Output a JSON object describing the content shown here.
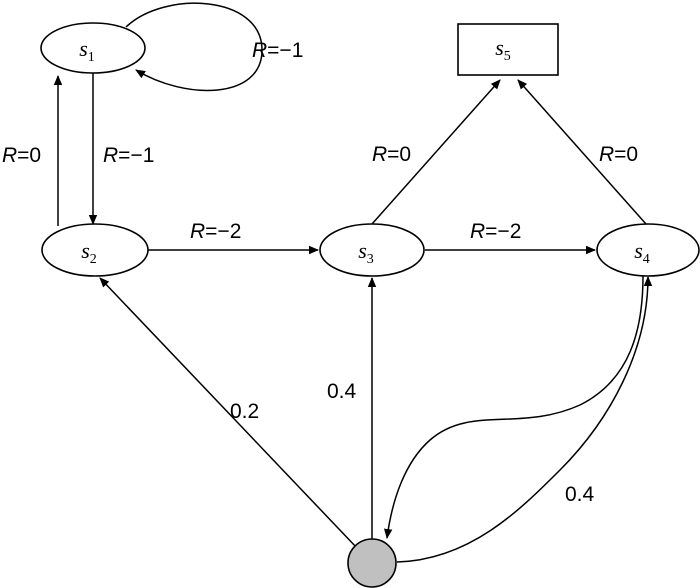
{
  "states": [
    {
      "id": "s1",
      "letter": "s",
      "sub": "1"
    },
    {
      "id": "s2",
      "letter": "s",
      "sub": "2"
    },
    {
      "id": "s3",
      "letter": "s",
      "sub": "3"
    },
    {
      "id": "s4",
      "letter": "s",
      "sub": "4"
    },
    {
      "id": "s5",
      "letter": "s",
      "sub": "5"
    }
  ],
  "edges": {
    "s1_self": {
      "var": "R",
      "rest": "=−1"
    },
    "s1_s2": {
      "var": "R",
      "rest": "=−1"
    },
    "s2_s1": {
      "var": "R",
      "rest": "=0"
    },
    "s2_s3": {
      "var": "R",
      "rest": "=−2"
    },
    "s3_s4": {
      "var": "R",
      "rest": "=−2"
    },
    "s3_s5": {
      "var": "R",
      "rest": "=0"
    },
    "s4_s5": {
      "var": "R",
      "rest": "=0"
    }
  },
  "chance_edges": {
    "to_s2": "0.2",
    "to_s3": "0.4",
    "to_s4": "0.4"
  },
  "colors": {
    "line": "#000000",
    "chance_fill": "#c0c0c0",
    "node_fill": "#ffffff"
  }
}
